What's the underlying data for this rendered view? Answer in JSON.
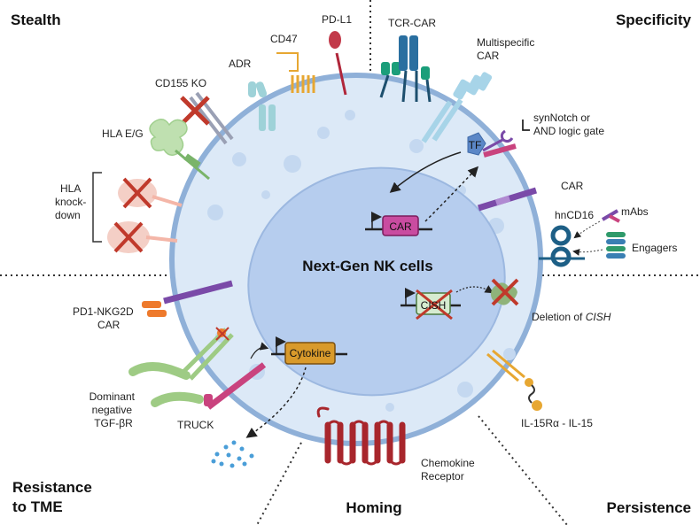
{
  "corners": {
    "stealth": "Stealth",
    "specificity": "Specificity",
    "resistance": [
      "Resistance",
      "to TME"
    ],
    "homing": "Homing",
    "persistence": "Persistence"
  },
  "center_title": "Next-Gen NK cells",
  "genes": {
    "car": "CAR",
    "cish": "CISH",
    "cytokine": "Cytokine",
    "tf": "TF"
  },
  "labels": {
    "pdl1": "PD-L1",
    "cd47": "CD47",
    "adr": "ADR",
    "cd155ko": "CD155 KO",
    "hlaeg": "HLA E/G",
    "hla_knockdown": [
      "HLA",
      "knock-",
      "down"
    ],
    "tcr_car": "TCR-CAR",
    "multispecific": [
      "Multispecific",
      "CAR"
    ],
    "synnotch": [
      "synNotch or",
      "AND logic gate"
    ],
    "car": "CAR",
    "hncd16": "hnCD16",
    "mabs": "mAbs",
    "engagers": "Engagers",
    "deletion_prefix": "Deletion of ",
    "deletion_gene": "CISH",
    "il15": "IL-15Rα - IL-15",
    "chemokine": [
      "Chemokine",
      "Receptor"
    ],
    "pd1nkg2d": [
      "PD1-NKG2D",
      "CAR"
    ],
    "dominant_negative": [
      "Dominant",
      "negative",
      "TGF-βR"
    ],
    "truck": "TRUCK"
  },
  "colors": {
    "membrane": "#8fb0d8",
    "cytoplasm": "#dce9f7",
    "nucleus": "#b6cdee",
    "car_gene": "#c94ca0",
    "cytokine_gene": "#d99a2b",
    "cish_gene": "#d6ecd0",
    "cross": "#c0392b"
  }
}
